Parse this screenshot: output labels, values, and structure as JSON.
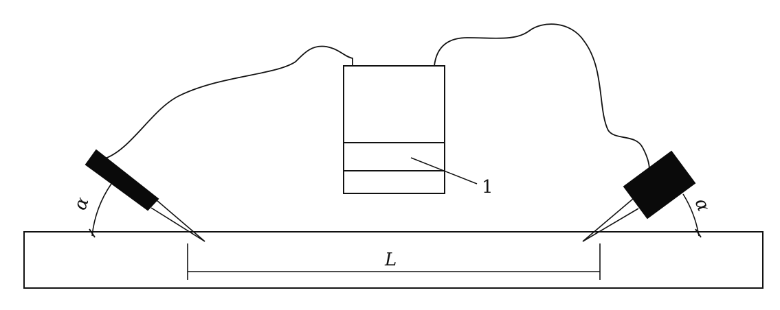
{
  "labels": {
    "alpha_left": "α",
    "alpha_right": "α",
    "distance": "L",
    "callout_1": "1"
  },
  "colors": {
    "stroke": "#111111",
    "probe": "#0a0a0a",
    "background": "#ffffff"
  }
}
